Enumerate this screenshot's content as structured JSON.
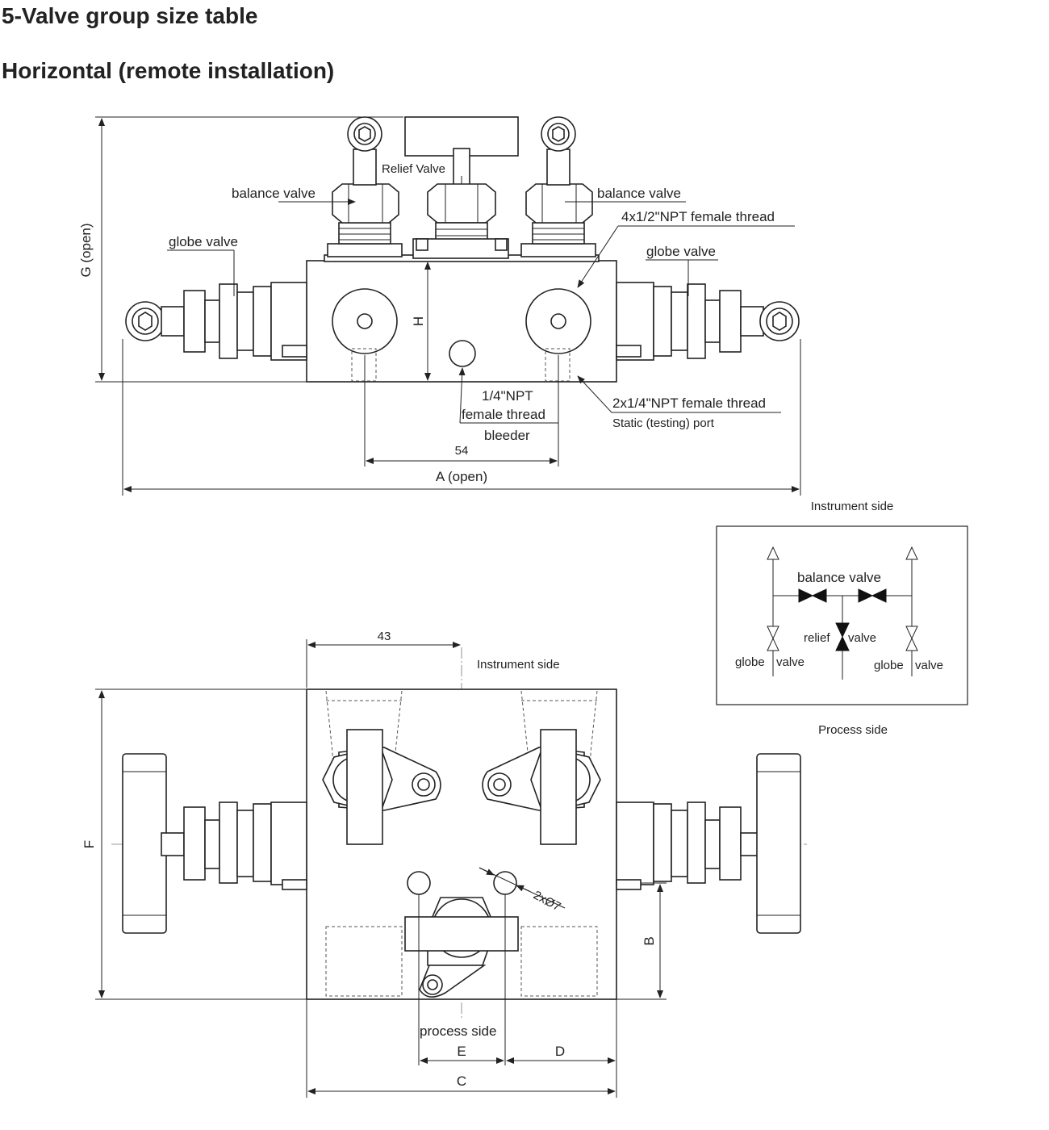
{
  "page": {
    "title": "5-Valve group size table",
    "subtitle": "Horizontal (remote installation)"
  },
  "top_view": {
    "relief_valve": "Relief Valve",
    "balance_left": "balance valve",
    "balance_right": "balance valve",
    "thread_4x": "4x1/2\"NPT female thread",
    "globe_left": "globe valve",
    "globe_right": "globe valve",
    "dim_g": "G (open)",
    "dim_h": "H",
    "bleeder_thread_1": "1/4\"NPT",
    "bleeder_thread_2": "female thread",
    "bleeder": "bleeder",
    "static_thread": "2x1/4\"NPT female thread",
    "static_port": "Static (testing) port",
    "dim_54": "54",
    "dim_a": "A (open)"
  },
  "schematic": {
    "instrument_side": "Instrument side",
    "balance_valve": "balance valve",
    "relief": "relief",
    "relief_valve": "valve",
    "globe_left_1": "globe",
    "globe_left_2": "valve",
    "globe_right_1": "globe",
    "globe_right_2": "valve",
    "process_side": "Process side"
  },
  "bottom_view": {
    "dim_43": "43",
    "instrument_side": "Instrument side",
    "dim_f": "F",
    "holes": "2xØ7",
    "dim_b": "B",
    "process_side": "process side",
    "dim_e": "E",
    "dim_d": "D",
    "dim_c": "C"
  },
  "colors": {
    "line": "#222222",
    "fill": "#ffffff",
    "background": "#ffffff"
  }
}
